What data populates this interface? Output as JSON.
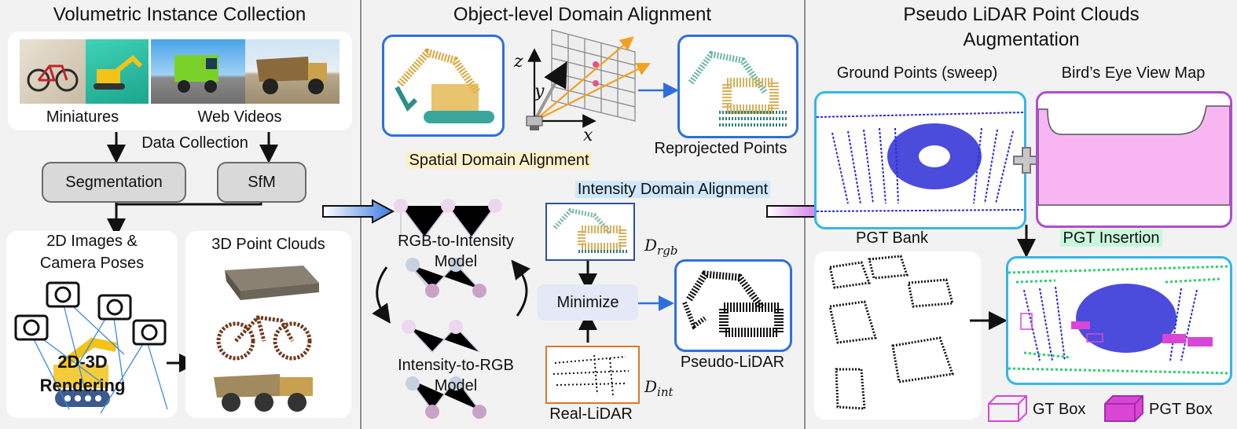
{
  "panels": {
    "left": {
      "title": "Volumetric Instance Collection",
      "miniatures_label": "Miniatures",
      "web_videos_label": "Web Videos",
      "data_collection_label": "Data Collection",
      "segmentation_label": "Segmentation",
      "sfm_label": "SfM",
      "images_poses_label_1": "2D Images &",
      "images_poses_label_2": "Camera Poses",
      "point_clouds_label": "3D Point Clouds",
      "rendering_label_1": "2D-3D",
      "rendering_label_2": "Rendering"
    },
    "middle": {
      "title": "Object-level Domain Alignment",
      "axis_z": "z",
      "axis_y": "y",
      "axis_x": "x",
      "reprojected_label": "Reprojected Points",
      "spatial_label": "Spatial Domain Alignment",
      "intensity_label": "Intensity Domain Alignment",
      "rgb_to_int_1": "RGB-to-Intensity",
      "rgb_to_int_2": "Model",
      "int_to_rgb_1": "Intensity-to-RGB",
      "int_to_rgb_2": "Model",
      "minimize_label": "Minimize",
      "d_rgb_main": "D",
      "d_rgb_sub": "rgb",
      "d_int_main": "D",
      "d_int_sub": "int",
      "real_lidar_label": "Real-LiDAR",
      "pseudo_lidar_label": "Pseudo-LiDAR"
    },
    "right": {
      "title_1": "Pseudo LiDAR Point Clouds",
      "title_2": "Augmentation",
      "ground_points_label": "Ground Points (sweep)",
      "bev_label": "Bird’s Eye View Map",
      "pgt_bank_label": "PGT Bank",
      "pgt_insertion_label": "PGT Insertion",
      "gt_box_label": "GT Box",
      "pgt_box_label": "PGT Box"
    }
  },
  "colors": {
    "panel_bg": "#f2f2f2",
    "card_bg": "#ffffff",
    "blue_frame": "#2f6fdc",
    "point_blue": "#2b2bd6",
    "bev_pink": "#f7b6f2",
    "bev_border": "#b14bd1",
    "ground_border": "#35b6e6",
    "pgt_magenta": "#d946d6",
    "real_lidar_border": "#d9772a",
    "highlight_yellow": "#fdf1c9",
    "highlight_blue": "#cfe8fb",
    "highlight_green": "#c9f7dc"
  }
}
